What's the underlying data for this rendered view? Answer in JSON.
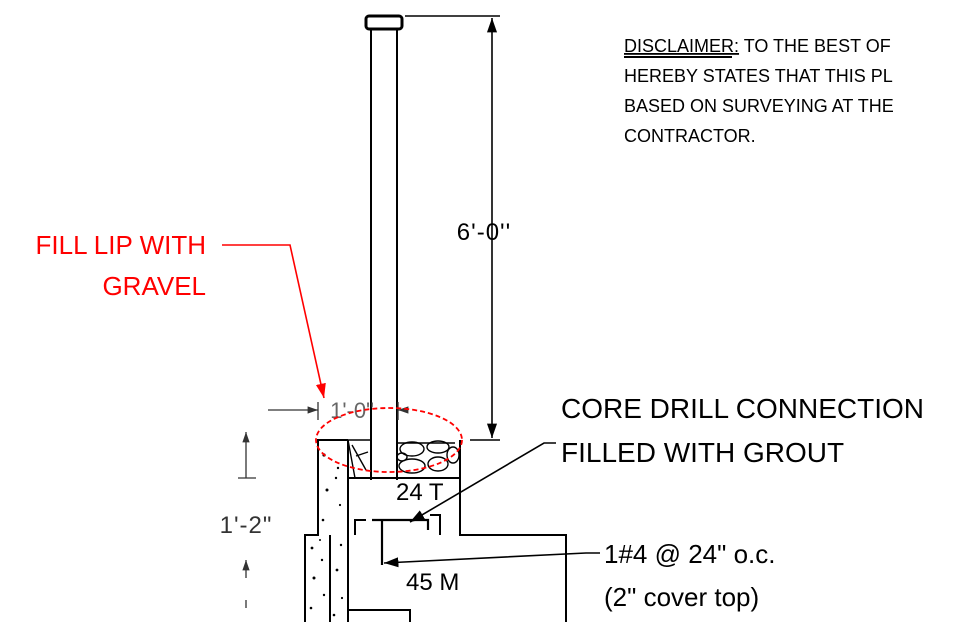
{
  "disclaimer": {
    "label": "DISCLAIMER:",
    "line1_rest": " TO THE BEST OF",
    "line2": "HEREBY STATES THAT THIS PL",
    "line3": "BASED ON SURVEYING AT THE",
    "line4": "CONTRACTOR."
  },
  "callouts": {
    "fill_lip": [
      "FILL LIP WITH",
      "GRAVEL"
    ],
    "core_drill": [
      "CORE DRILL CONNECTION",
      "FILLED WITH GROUT"
    ],
    "rebar": [
      "1#4 @ 24\" o.c.",
      "(2\" cover top)"
    ]
  },
  "dimensions": {
    "post_height": "6'-0''",
    "lip_width": "1'-0\"",
    "wall_height": "1'-2\""
  },
  "markers": {
    "t_label": "24 T",
    "m_label": "45 M"
  },
  "colors": {
    "line": "#000000",
    "annotation": "#ff0000",
    "dimension_text": "#333333"
  }
}
